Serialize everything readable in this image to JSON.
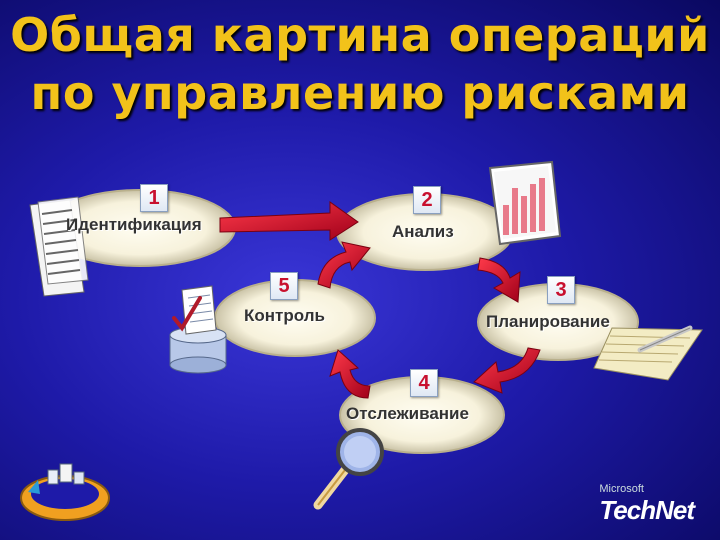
{
  "title": {
    "line1": "Общая картина операций",
    "line2": "по управлению рисками"
  },
  "steps": [
    {
      "number": "1",
      "label": "Идентификация"
    },
    {
      "number": "2",
      "label": "Анализ"
    },
    {
      "number": "3",
      "label": "Планирование"
    },
    {
      "number": "4",
      "label": "Отслеживание"
    },
    {
      "number": "5",
      "label": "Контроль"
    }
  ],
  "brand": {
    "small": "Microsoft",
    "large": "TechNet"
  },
  "colors": {
    "title": "#f2c21a",
    "arrow": "#d0102a",
    "oval": "#f7f2dc",
    "background": "#1e1aa8"
  },
  "icons": [
    "document-icon",
    "bar-chart-icon",
    "notepad-pencil-icon",
    "magnifier-icon",
    "database-checklist-icon",
    "cycle-puzzle-icon"
  ]
}
